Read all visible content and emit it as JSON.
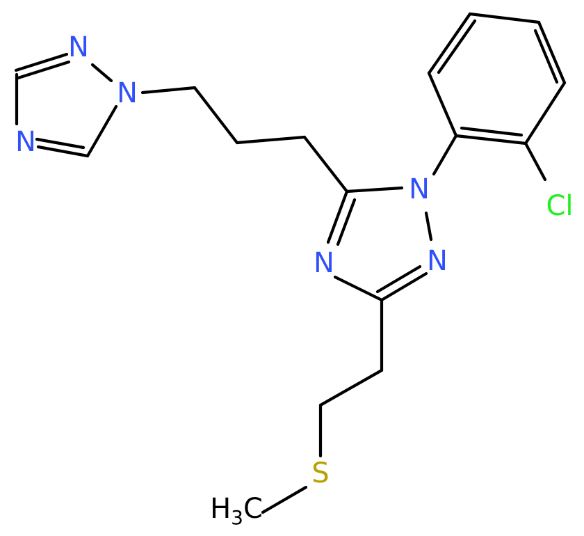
{
  "colors": {
    "bond": "#000000",
    "nitrogen": "#3050F8",
    "chlorine": "#1FF01F",
    "sulfur": "#B8A000",
    "carbon_label": "#000000"
  },
  "atoms": {
    "n_top": "N",
    "n_left": "N",
    "n_1": "N",
    "n_ring_right": "N",
    "n_ring_left": "N",
    "n_core_link": "N",
    "cl": "Cl",
    "s": "S",
    "methyl_h": "H",
    "methyl_sub": "3",
    "methyl_c": "C"
  }
}
